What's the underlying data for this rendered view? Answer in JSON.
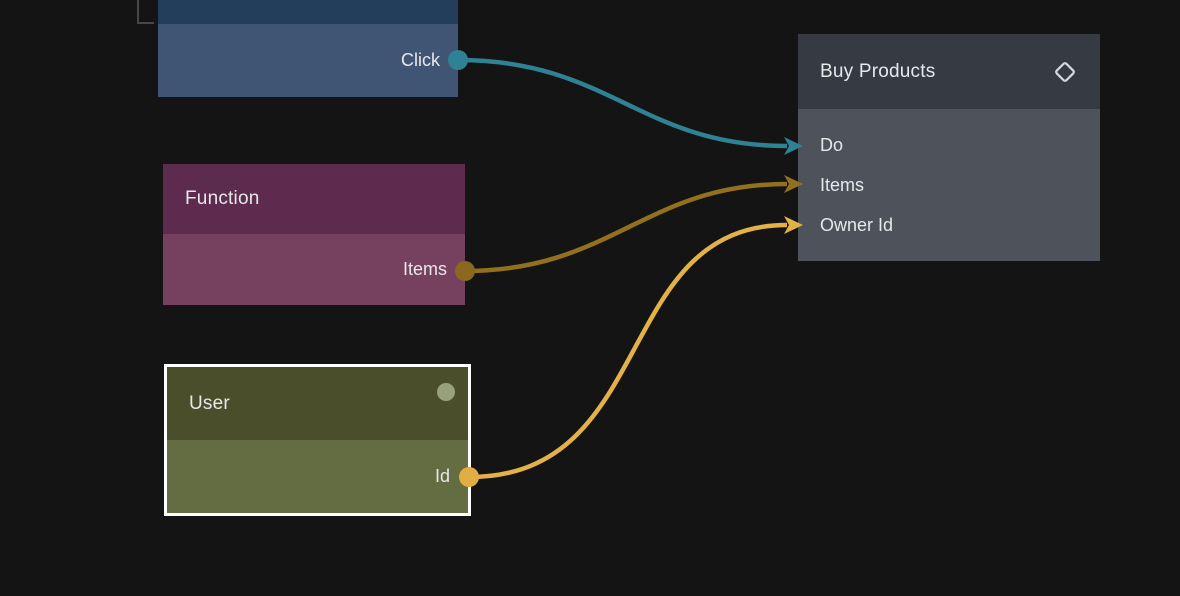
{
  "canvas": {
    "background_color": "#141414",
    "frame_corner_color": "#474747"
  },
  "nodes": {
    "click_node": {
      "header_color": "#233e5b",
      "body_color": "#405474",
      "output_port": {
        "label": "Click",
        "color": "#2e8294"
      }
    },
    "function_node": {
      "title": "Function",
      "header_color": "#5c2b4d",
      "body_color": "#76405f",
      "output_port": {
        "label": "Items",
        "color": "#8a681d"
      }
    },
    "user_node": {
      "title": "User",
      "selected": true,
      "selection_border_color": "#ffffff",
      "header_color": "#4b4e2b",
      "body_color": "#646d42",
      "status_dot_color": "#99a07d",
      "output_port": {
        "label": "Id",
        "color": "#e2ae43"
      }
    },
    "buy_products_node": {
      "title": "Buy Products",
      "header_icon": "diamond-icon",
      "header_icon_color": "#d6d8dc",
      "header_color": "#363a43",
      "body_color": "#4e525b",
      "input_ports": [
        {
          "label": "Do",
          "color": "#2e8294"
        },
        {
          "label": "Items",
          "color": "#92701e"
        },
        {
          "label": "Owner Id",
          "color": "#e2b148"
        }
      ]
    }
  },
  "connections": [
    {
      "from_node": "Click node",
      "from_port": "Click",
      "to_node": "Buy Products",
      "to_port": "Do",
      "color": "#2e8294"
    },
    {
      "from_node": "Function",
      "from_port": "Items",
      "to_node": "Buy Products",
      "to_port": "Items",
      "color": "#92701e"
    },
    {
      "from_node": "User",
      "from_port": "Id",
      "to_node": "Buy Products",
      "to_port": "Owner Id",
      "color": "#e2b148"
    }
  ]
}
